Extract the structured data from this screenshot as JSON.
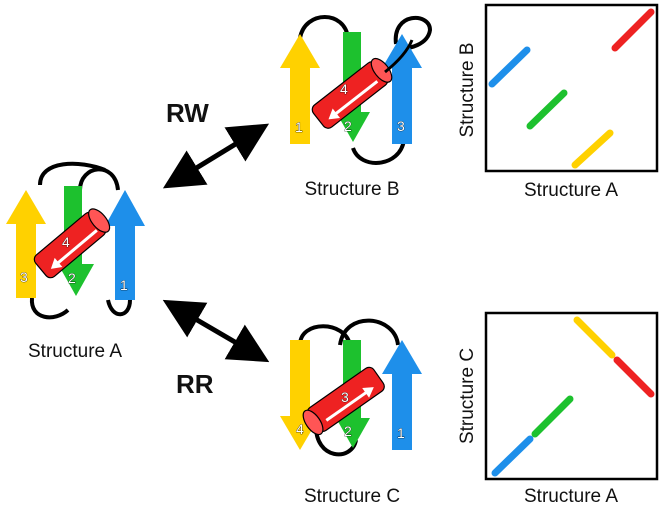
{
  "labels": {
    "structure_a": "Structure A",
    "structure_b": "Structure B",
    "structure_c": "Structure C",
    "rw": "RW",
    "rr": "RR"
  },
  "strand_numbers": {
    "a": [
      "3",
      "2",
      "1",
      "4"
    ],
    "b": [
      "1",
      "2",
      "3",
      "4"
    ],
    "c": [
      "4",
      "2",
      "1",
      "3"
    ]
  },
  "plots": {
    "top": {
      "xlabel": "Structure A",
      "ylabel": "Structure B"
    },
    "bottom": {
      "xlabel": "Structure A",
      "ylabel": "Structure C"
    }
  },
  "colors": {
    "yellow": "#FFD100",
    "green": "#1DC12E",
    "blue": "#1E8FEA",
    "red": "#EE2222",
    "black": "#000000"
  }
}
